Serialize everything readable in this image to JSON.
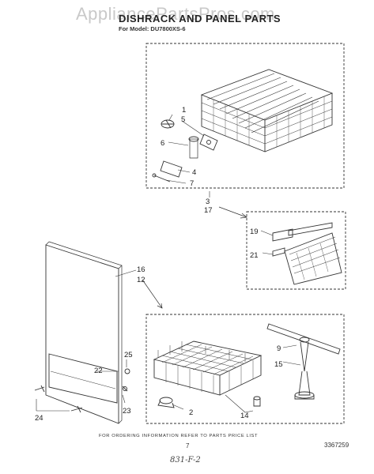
{
  "watermark": "AppliancePartsPros.com",
  "title": "DISHRACK AND PANEL PARTS",
  "model": "For Model: DU7800XS-6",
  "footer": "FOR ORDERING INFORMATION REFER TO PARTS PRICE LIST",
  "page_number": "7",
  "doc_number": "3367259",
  "handwritten_note": "831-F-2",
  "callouts": {
    "c1": "1",
    "c2": "2",
    "c3": "3",
    "c4": "4",
    "c5": "5",
    "c6": "6",
    "c7": "7",
    "c9": "9",
    "c12": "12",
    "c14": "14",
    "c15": "15",
    "c16": "16",
    "c17": "17",
    "c19": "19",
    "c21": "21",
    "c22": "22",
    "c23": "23",
    "c24": "24",
    "c25": "25"
  }
}
